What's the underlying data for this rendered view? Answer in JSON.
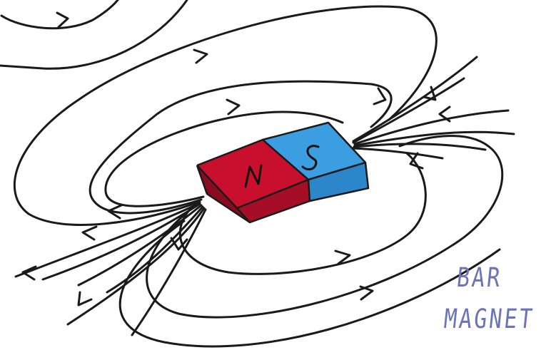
{
  "diagram": {
    "magnet": {
      "north_label": "N",
      "south_label": "S",
      "colors": {
        "north_top": "#c8102e",
        "north_front": "#a60d26",
        "north_side": "#8a0b20",
        "south_top": "#3b9ee0",
        "south_front": "#2c86c9",
        "south_side": "#2477b5"
      }
    },
    "caption": {
      "line1": "BAR",
      "line2": "MAGNET",
      "color": "#6c74b8"
    },
    "line_color": "#1a1a1a"
  }
}
